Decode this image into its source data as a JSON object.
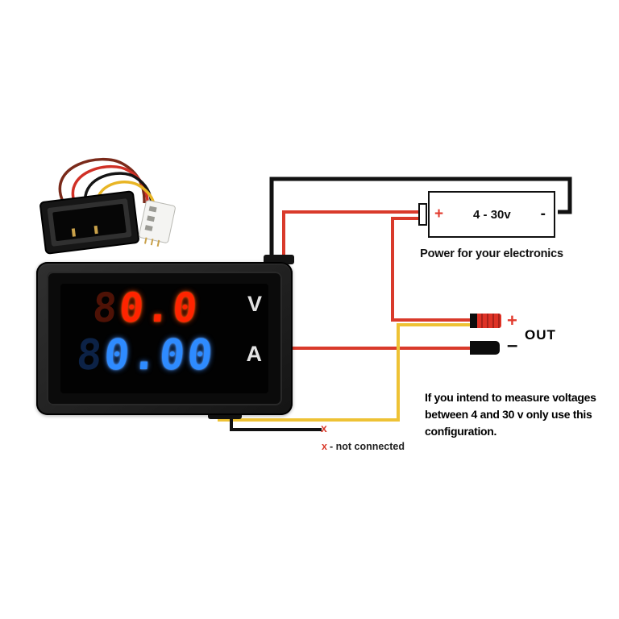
{
  "meter": {
    "volt_ghost": "8",
    "volt_value": "0.0",
    "volt_unit": "V",
    "amp_ghost": "8",
    "amp_value": "0.00",
    "amp_unit": "A"
  },
  "battery": {
    "plus": "+",
    "label": "4 - 30v",
    "minus": "-",
    "caption": "Power for your electronics"
  },
  "out": {
    "plus": "+",
    "minus": "–",
    "label": "OUT"
  },
  "note": {
    "line1": "If you intend to measure voltages",
    "line2": "between 4 and 30 v only use this",
    "line3": "configuration."
  },
  "not_connected": {
    "marker": "x",
    "text": "- not connected"
  },
  "colors": {
    "wire_red": "#d93a2b",
    "wire_yellow": "#eec235",
    "wire_black": "#111111",
    "photo_wire_brown": "#7a2a1a",
    "photo_wire_red": "#d03026",
    "photo_wire_black": "#151515",
    "photo_wire_yellow": "#e8b525",
    "display_red": "#ff2400",
    "display_blue": "#2e8bff"
  }
}
